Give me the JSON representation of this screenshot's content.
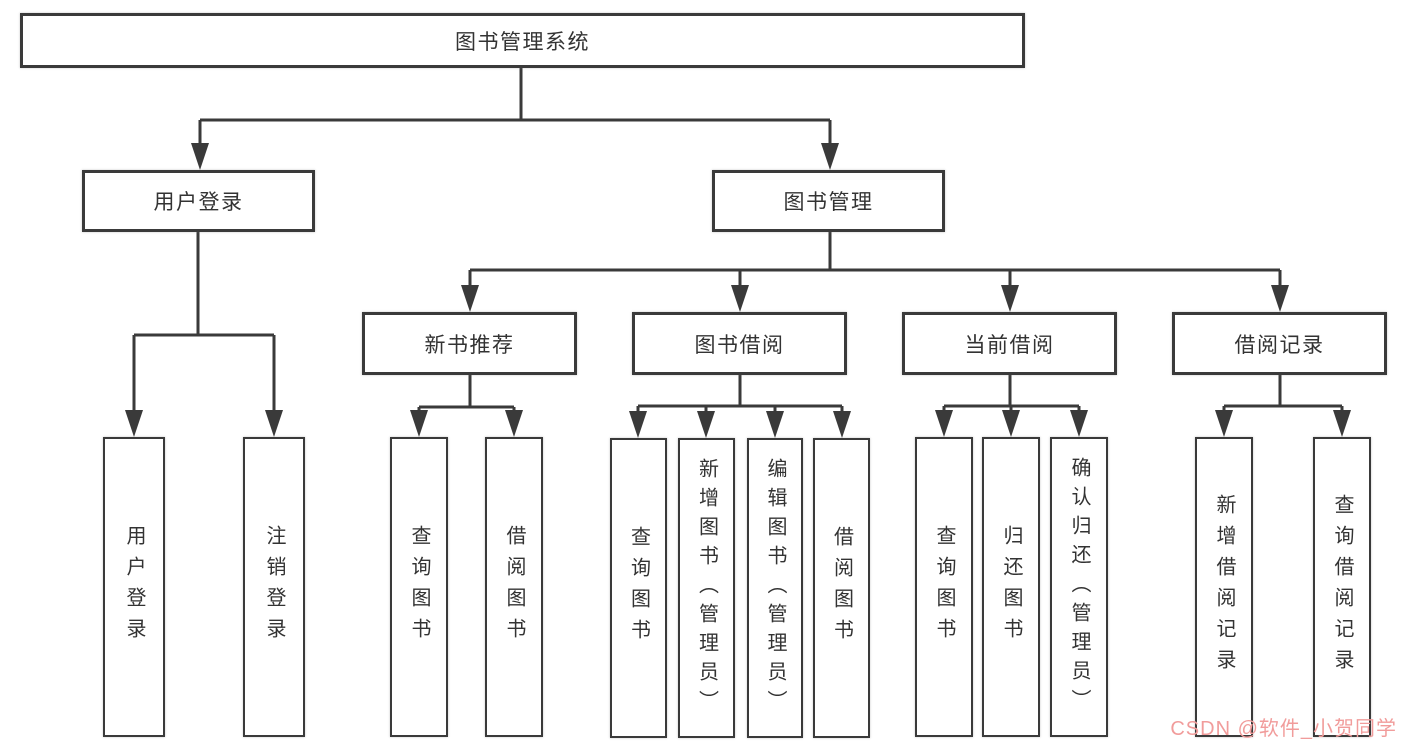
{
  "watermark": "CSDN @软件_小贺同学",
  "colors": {
    "line": "#3a3a3a",
    "text": "#333333",
    "watermark": "#f19c9b",
    "background": "#ffffff"
  },
  "chart_data": {
    "type": "table",
    "title": "图书管理系统功能结构图"
  },
  "tree": {
    "label": "图书管理系统",
    "children": [
      {
        "label": "用户登录",
        "children": [
          {
            "label": "用户登录"
          },
          {
            "label": "注销登录"
          }
        ]
      },
      {
        "label": "图书管理",
        "children": [
          {
            "label": "新书推荐",
            "children": [
              {
                "label": "查询图书"
              },
              {
                "label": "借阅图书"
              }
            ]
          },
          {
            "label": "图书借阅",
            "children": [
              {
                "label": "查询图书"
              },
              {
                "label": "新增图书（管理员）"
              },
              {
                "label": "编辑图书（管理员）"
              },
              {
                "label": "借阅图书"
              }
            ]
          },
          {
            "label": "当前借阅",
            "children": [
              {
                "label": "查询图书"
              },
              {
                "label": "归还图书"
              },
              {
                "label": "确认归还（管理员）"
              }
            ]
          },
          {
            "label": "借阅记录",
            "children": [
              {
                "label": "新增借阅记录"
              },
              {
                "label": "查询借阅记录"
              }
            ]
          }
        ]
      }
    ]
  }
}
